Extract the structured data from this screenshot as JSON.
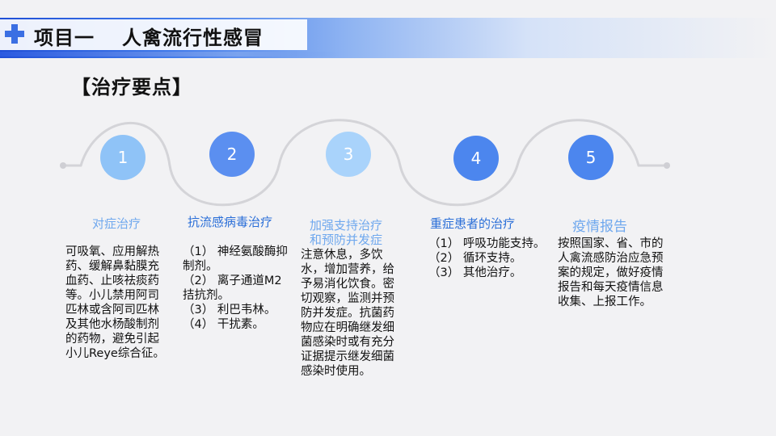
{
  "header": {
    "section": "项目一",
    "title": "人禽流行性感冒"
  },
  "subtitle": "【治疗要点】",
  "colors": {
    "light_blue": "#8fc3f7",
    "mid_blue": "#5b8ff0",
    "pale_blue": "#a9d3fb",
    "bright_blue": "#4c86ee",
    "label_blue": "#2b6fd8",
    "label_light": "#6fa8ee"
  },
  "steps": [
    {
      "num": "1",
      "label": "对症治疗",
      "desc": "可吸氧、应用解热药、缓解鼻黏膜充血药、止咳祛痰药等。小儿禁用阿司匹林或含阿司匹林及其他水杨酸制剂的药物，避免引起小儿Reye综合征。"
    },
    {
      "num": "2",
      "label": "抗流感病毒治疗",
      "desc": "（1） 神经氨酸酶抑制剂。\n（2） 离子通道M2拮抗剂。\n（3） 利巴韦林。\n（4） 干扰素。"
    },
    {
      "num": "3",
      "label": "加强支持治疗\n和预防并发症",
      "desc": "注意休息，多饮水，增加营养，给予易消化饮食。密切观察，监测并预防并发症。抗菌药物应在明确继发细菌感染时或有充分证据提示继发细菌感染时使用。"
    },
    {
      "num": "4",
      "label": "重症患者的治疗",
      "desc": "（1） 呼吸功能支持。\n（2） 循环支持。\n（3） 其他治疗。"
    },
    {
      "num": "5",
      "label": "疫情报告",
      "desc": "按照国家、省、市的人禽流感防治应急预案的规定，做好疫情报告和每天疫情信息收集、上报工作。"
    }
  ]
}
